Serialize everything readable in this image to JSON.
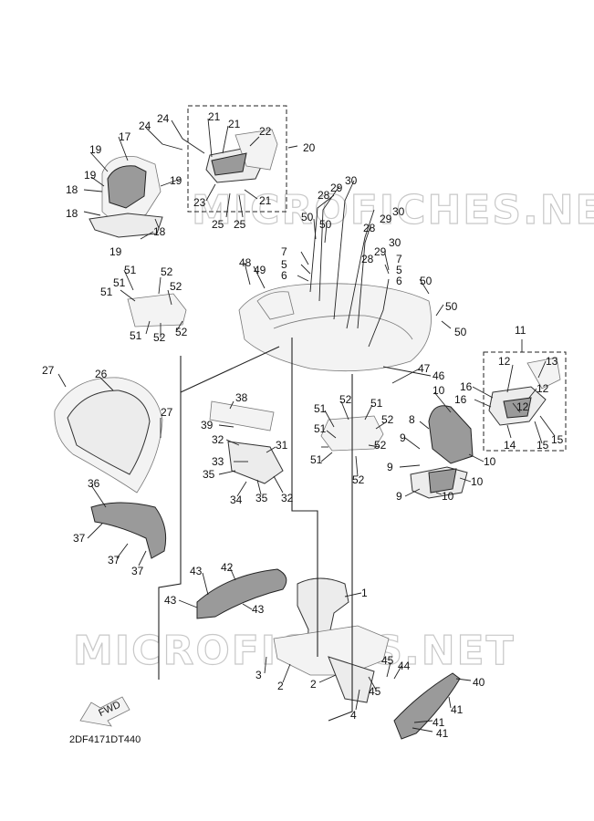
{
  "diagram": {
    "code": "2DF4171DT440",
    "fwd_label": "FWD",
    "watermark": "MICROFICHES.NET",
    "labels": [
      {
        "id": "l1",
        "text": "1"
      },
      {
        "id": "l2a",
        "text": "2"
      },
      {
        "id": "l2b",
        "text": "2"
      },
      {
        "id": "l3",
        "text": "3"
      },
      {
        "id": "l4",
        "text": "4"
      },
      {
        "id": "l5a",
        "text": "5"
      },
      {
        "id": "l5b",
        "text": "5"
      },
      {
        "id": "l6a",
        "text": "6"
      },
      {
        "id": "l6b",
        "text": "6"
      },
      {
        "id": "l7a",
        "text": "7"
      },
      {
        "id": "l7b",
        "text": "7"
      },
      {
        "id": "l8",
        "text": "8"
      },
      {
        "id": "l9a",
        "text": "9"
      },
      {
        "id": "l9b",
        "text": "9"
      },
      {
        "id": "l9c",
        "text": "9"
      },
      {
        "id": "l10a",
        "text": "10"
      },
      {
        "id": "l10b",
        "text": "10"
      },
      {
        "id": "l10c",
        "text": "10"
      },
      {
        "id": "l10d",
        "text": "10"
      },
      {
        "id": "l11",
        "text": "11"
      },
      {
        "id": "l12a",
        "text": "12"
      },
      {
        "id": "l12b",
        "text": "12"
      },
      {
        "id": "l12c",
        "text": "12"
      },
      {
        "id": "l13",
        "text": "13"
      },
      {
        "id": "l14",
        "text": "14"
      },
      {
        "id": "l15a",
        "text": "15"
      },
      {
        "id": "l15b",
        "text": "15"
      },
      {
        "id": "l16a",
        "text": "16"
      },
      {
        "id": "l16b",
        "text": "16"
      },
      {
        "id": "l17",
        "text": "17"
      },
      {
        "id": "l18a",
        "text": "18"
      },
      {
        "id": "l18b",
        "text": "18"
      },
      {
        "id": "l18c",
        "text": "18"
      },
      {
        "id": "l19a",
        "text": "19"
      },
      {
        "id": "l19b",
        "text": "19"
      },
      {
        "id": "l19c",
        "text": "19"
      },
      {
        "id": "l19d",
        "text": "19"
      },
      {
        "id": "l20",
        "text": "20"
      },
      {
        "id": "l21a",
        "text": "21"
      },
      {
        "id": "l21b",
        "text": "21"
      },
      {
        "id": "l21c",
        "text": "21"
      },
      {
        "id": "l22",
        "text": "22"
      },
      {
        "id": "l23",
        "text": "23"
      },
      {
        "id": "l24a",
        "text": "24"
      },
      {
        "id": "l24b",
        "text": "24"
      },
      {
        "id": "l25a",
        "text": "25"
      },
      {
        "id": "l25b",
        "text": "25"
      },
      {
        "id": "l26",
        "text": "26"
      },
      {
        "id": "l27a",
        "text": "27"
      },
      {
        "id": "l27b",
        "text": "27"
      },
      {
        "id": "l28a",
        "text": "28"
      },
      {
        "id": "l28b",
        "text": "28"
      },
      {
        "id": "l28c",
        "text": "28"
      },
      {
        "id": "l29a",
        "text": "29"
      },
      {
        "id": "l29b",
        "text": "29"
      },
      {
        "id": "l29c",
        "text": "29"
      },
      {
        "id": "l30a",
        "text": "30"
      },
      {
        "id": "l30b",
        "text": "30"
      },
      {
        "id": "l30c",
        "text": "30"
      },
      {
        "id": "l31",
        "text": "31"
      },
      {
        "id": "l32a",
        "text": "32"
      },
      {
        "id": "l32b",
        "text": "32"
      },
      {
        "id": "l33",
        "text": "33"
      },
      {
        "id": "l34",
        "text": "34"
      },
      {
        "id": "l35a",
        "text": "35"
      },
      {
        "id": "l35b",
        "text": "35"
      },
      {
        "id": "l36",
        "text": "36"
      },
      {
        "id": "l37a",
        "text": "37"
      },
      {
        "id": "l37b",
        "text": "37"
      },
      {
        "id": "l37c",
        "text": "37"
      },
      {
        "id": "l38",
        "text": "38"
      },
      {
        "id": "l39",
        "text": "39"
      },
      {
        "id": "l40",
        "text": "40"
      },
      {
        "id": "l41a",
        "text": "41"
      },
      {
        "id": "l41b",
        "text": "41"
      },
      {
        "id": "l41c",
        "text": "41"
      },
      {
        "id": "l42",
        "text": "42"
      },
      {
        "id": "l43a",
        "text": "43"
      },
      {
        "id": "l43b",
        "text": "43"
      },
      {
        "id": "l43c",
        "text": "43"
      },
      {
        "id": "l44",
        "text": "44"
      },
      {
        "id": "l45a",
        "text": "45"
      },
      {
        "id": "l45b",
        "text": "45"
      },
      {
        "id": "l46",
        "text": "46"
      },
      {
        "id": "l47",
        "text": "47"
      },
      {
        "id": "l48",
        "text": "48"
      },
      {
        "id": "l49",
        "text": "49"
      },
      {
        "id": "l50a",
        "text": "50"
      },
      {
        "id": "l50b",
        "text": "50"
      },
      {
        "id": "l50c",
        "text": "50"
      },
      {
        "id": "l50d",
        "text": "50"
      },
      {
        "id": "l50e",
        "text": "50"
      },
      {
        "id": "l51a",
        "text": "51"
      },
      {
        "id": "l51b",
        "text": "51"
      },
      {
        "id": "l51c",
        "text": "51"
      },
      {
        "id": "l51d",
        "text": "51"
      },
      {
        "id": "l51e",
        "text": "51"
      },
      {
        "id": "l51f",
        "text": "51"
      },
      {
        "id": "l51g",
        "text": "51"
      },
      {
        "id": "l52a",
        "text": "52"
      },
      {
        "id": "l52b",
        "text": "52"
      },
      {
        "id": "l52c",
        "text": "52"
      },
      {
        "id": "l52d",
        "text": "52"
      },
      {
        "id": "l52e",
        "text": "52"
      },
      {
        "id": "l52f",
        "text": "52"
      },
      {
        "id": "l52g",
        "text": "52"
      }
    ]
  }
}
